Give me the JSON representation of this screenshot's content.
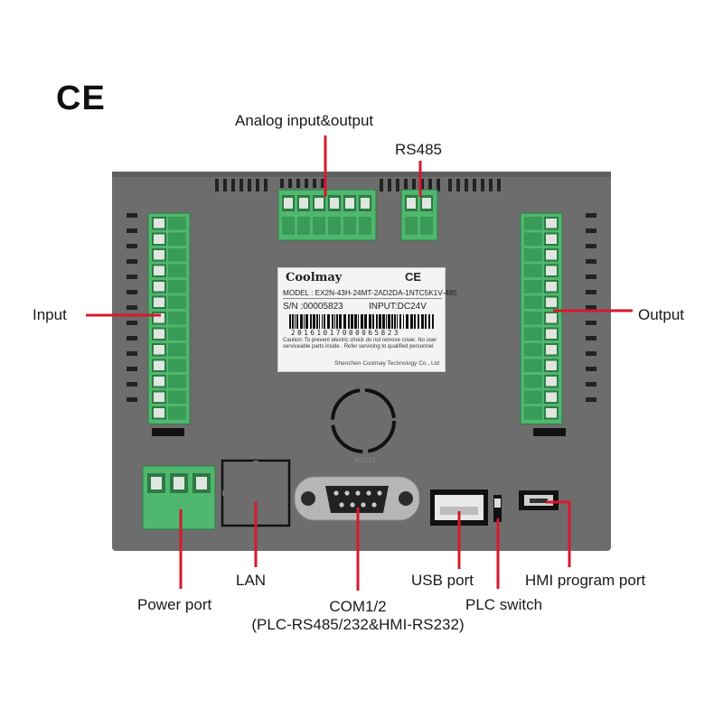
{
  "mark": "CE",
  "labels": {
    "analog": "Analog input&output",
    "rs485": "RS485",
    "input": "Input",
    "output": "Output",
    "lan": "LAN",
    "power": "Power port",
    "com_line1": "COM1/2",
    "com_line2": "(PLC-RS485/232&HMI-RS232)",
    "usb": "USB port",
    "plc_switch": "PLC switch",
    "hmi_port": "HMI program port"
  },
  "nameplate": {
    "brand": "Coolmay",
    "ce": "CE",
    "model": "MODEL : EX2N-43H-24MT-2AD2DA-1NTC5K1V-485",
    "serial": "S/N :00005823",
    "input": "INPUT:DC24V",
    "barcode_digits": "20161017000065823",
    "caution": "Caution: To prevent electric shock do not remove cover. No user serviceable parts inside . Refer servicing to qualified personnel",
    "maker": "Shenzhen Coolmay Technology Co., Ltd"
  },
  "colors": {
    "housing": "#6b6b6b",
    "terminal_green": "#4fb76e",
    "callout_red": "#d6192e"
  }
}
